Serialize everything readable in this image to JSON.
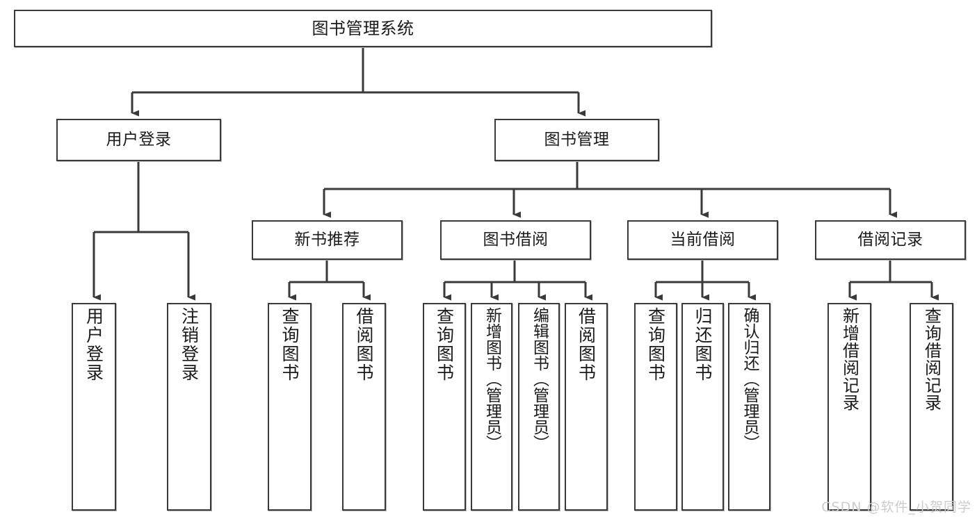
{
  "diagram": {
    "title": "图书管理系统",
    "type": "tree-hierarchy",
    "edge_color": "#3a3a3a",
    "box_border_color": "#3a3a3a",
    "box_fill_color": "#ffffff",
    "text_color": "#1a1a1a"
  },
  "root": {
    "label": "图书管理系统"
  },
  "level2": [
    {
      "label": "用户登录"
    },
    {
      "label": "图书管理"
    }
  ],
  "level3": [
    {
      "label": "新书推荐"
    },
    {
      "label": "图书借阅"
    },
    {
      "label": "当前借阅"
    },
    {
      "label": "借阅记录"
    }
  ],
  "leaves": {
    "user_login": [
      {
        "label": "用户登录"
      },
      {
        "label": "注销登录"
      }
    ],
    "new_book_recommend": [
      {
        "label": "查询图书"
      },
      {
        "label": "借阅图书"
      }
    ],
    "book_borrow": [
      {
        "label": "查询图书"
      },
      {
        "label": "新增图书（管理员）"
      },
      {
        "label": "编辑图书（管理员）"
      },
      {
        "label": "借阅图书"
      }
    ],
    "current_borrow": [
      {
        "label": "查询图书"
      },
      {
        "label": "归还图书"
      },
      {
        "label": "确认归还（管理员）"
      }
    ],
    "borrow_record": [
      {
        "label": "新增借阅记录"
      },
      {
        "label": "查询借阅记录"
      }
    ]
  },
  "watermark": {
    "text": "CSDN @软件_小贺同学"
  }
}
